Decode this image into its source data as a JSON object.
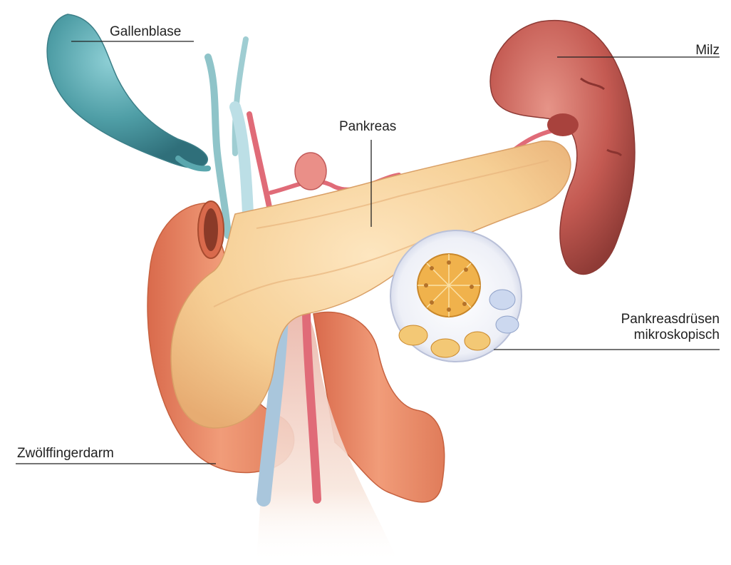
{
  "labels": {
    "gallenblase": "Gallenblase",
    "milz": "Milz",
    "pankreas": "Pankreas",
    "pankreasdruesen_line1": "Pankreasdrüsen",
    "pankreasdruesen_line2": "mikroskopisch",
    "zwoelffingerdarm": "Zwölffingerdarm"
  },
  "colors": {
    "gallbladder": "#4f9ea6",
    "pancreas": "#f6cf95",
    "spleen": "#c45a52",
    "duodenum": "#e98862",
    "vessel_red": "#e06b78",
    "vessel_blue": "#a9c6dc",
    "line": "#222222"
  }
}
